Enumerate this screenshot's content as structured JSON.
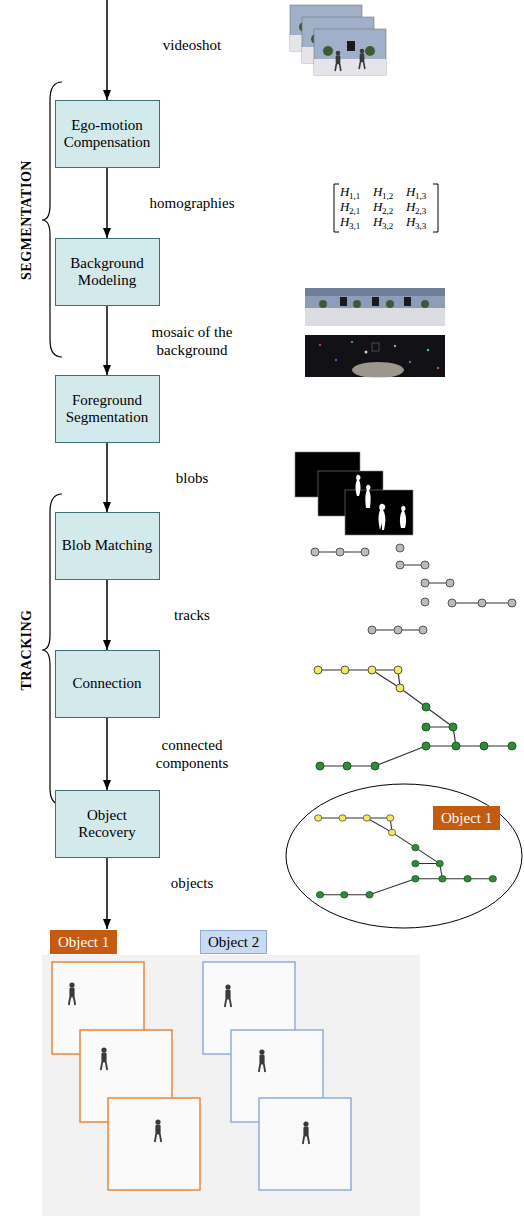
{
  "diagram": {
    "nodes": [
      {
        "text": [
          "Ego-motion Compensation"
        ]
      },
      {
        "text": [
          "Background Modeling"
        ]
      },
      {
        "text": [
          "Foreground Segmentation"
        ]
      },
      {
        "text": [
          "Blob Matching"
        ]
      },
      {
        "text": [
          "Connection"
        ]
      },
      {
        "text": [
          "Object Recovery"
        ]
      },
      {
        "text": [
          "Object 1"
        ]
      },
      {
        "text": [
          "Object 1"
        ]
      },
      {
        "text": [
          "Object 2"
        ]
      }
    ],
    "edges": [
      {
        "from": 0,
        "to": 1,
        "arrow": "to",
        "label": "homographies"
      },
      {
        "from": 1,
        "to": 2,
        "arrow": "to",
        "label": "mosaic of the background"
      },
      {
        "from": 2,
        "to": 3,
        "arrow": "to",
        "label": "blobs"
      },
      {
        "from": 3,
        "to": 4,
        "arrow": "to",
        "label": "tracks"
      },
      {
        "from": 4,
        "to": 5,
        "arrow": "to",
        "label": "connected components"
      }
    ],
    "labels": [
      "videoshot",
      "H",
      "1,1",
      "H",
      "1,2",
      "H",
      "1,3",
      "H",
      "2,1",
      "H",
      "2,2",
      "H",
      "2,3",
      "H",
      "3,1",
      "H",
      "3,2",
      "H",
      "3,3",
      "objects",
      "SEGMENTATION",
      "TRACKING"
    ]
  }
}
